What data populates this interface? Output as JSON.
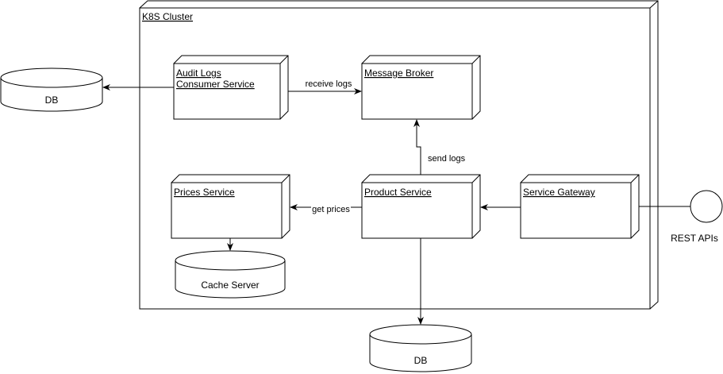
{
  "cluster": {
    "title": "K8S Cluster"
  },
  "nodes": {
    "audit_logs": {
      "line1": "Audit Logs",
      "line2": "Consumer Service"
    },
    "message_broker": {
      "label": "Message Broker"
    },
    "prices_service": {
      "label": "Prices Service"
    },
    "product_service": {
      "label": "Product Service"
    },
    "service_gateway": {
      "label": "Service Gateway"
    }
  },
  "databases": {
    "audit_db": {
      "label": "DB"
    },
    "cache_server": {
      "label": "Cache Server"
    },
    "product_db": {
      "label": "DB"
    }
  },
  "interface": {
    "label": "REST APIs"
  },
  "edges": {
    "receive_logs": {
      "label": "receive logs"
    },
    "send_logs": {
      "label": "send logs"
    },
    "get_prices": {
      "label": "get prices"
    }
  },
  "colors": {
    "stroke": "#000000",
    "fill": "#ffffff"
  }
}
